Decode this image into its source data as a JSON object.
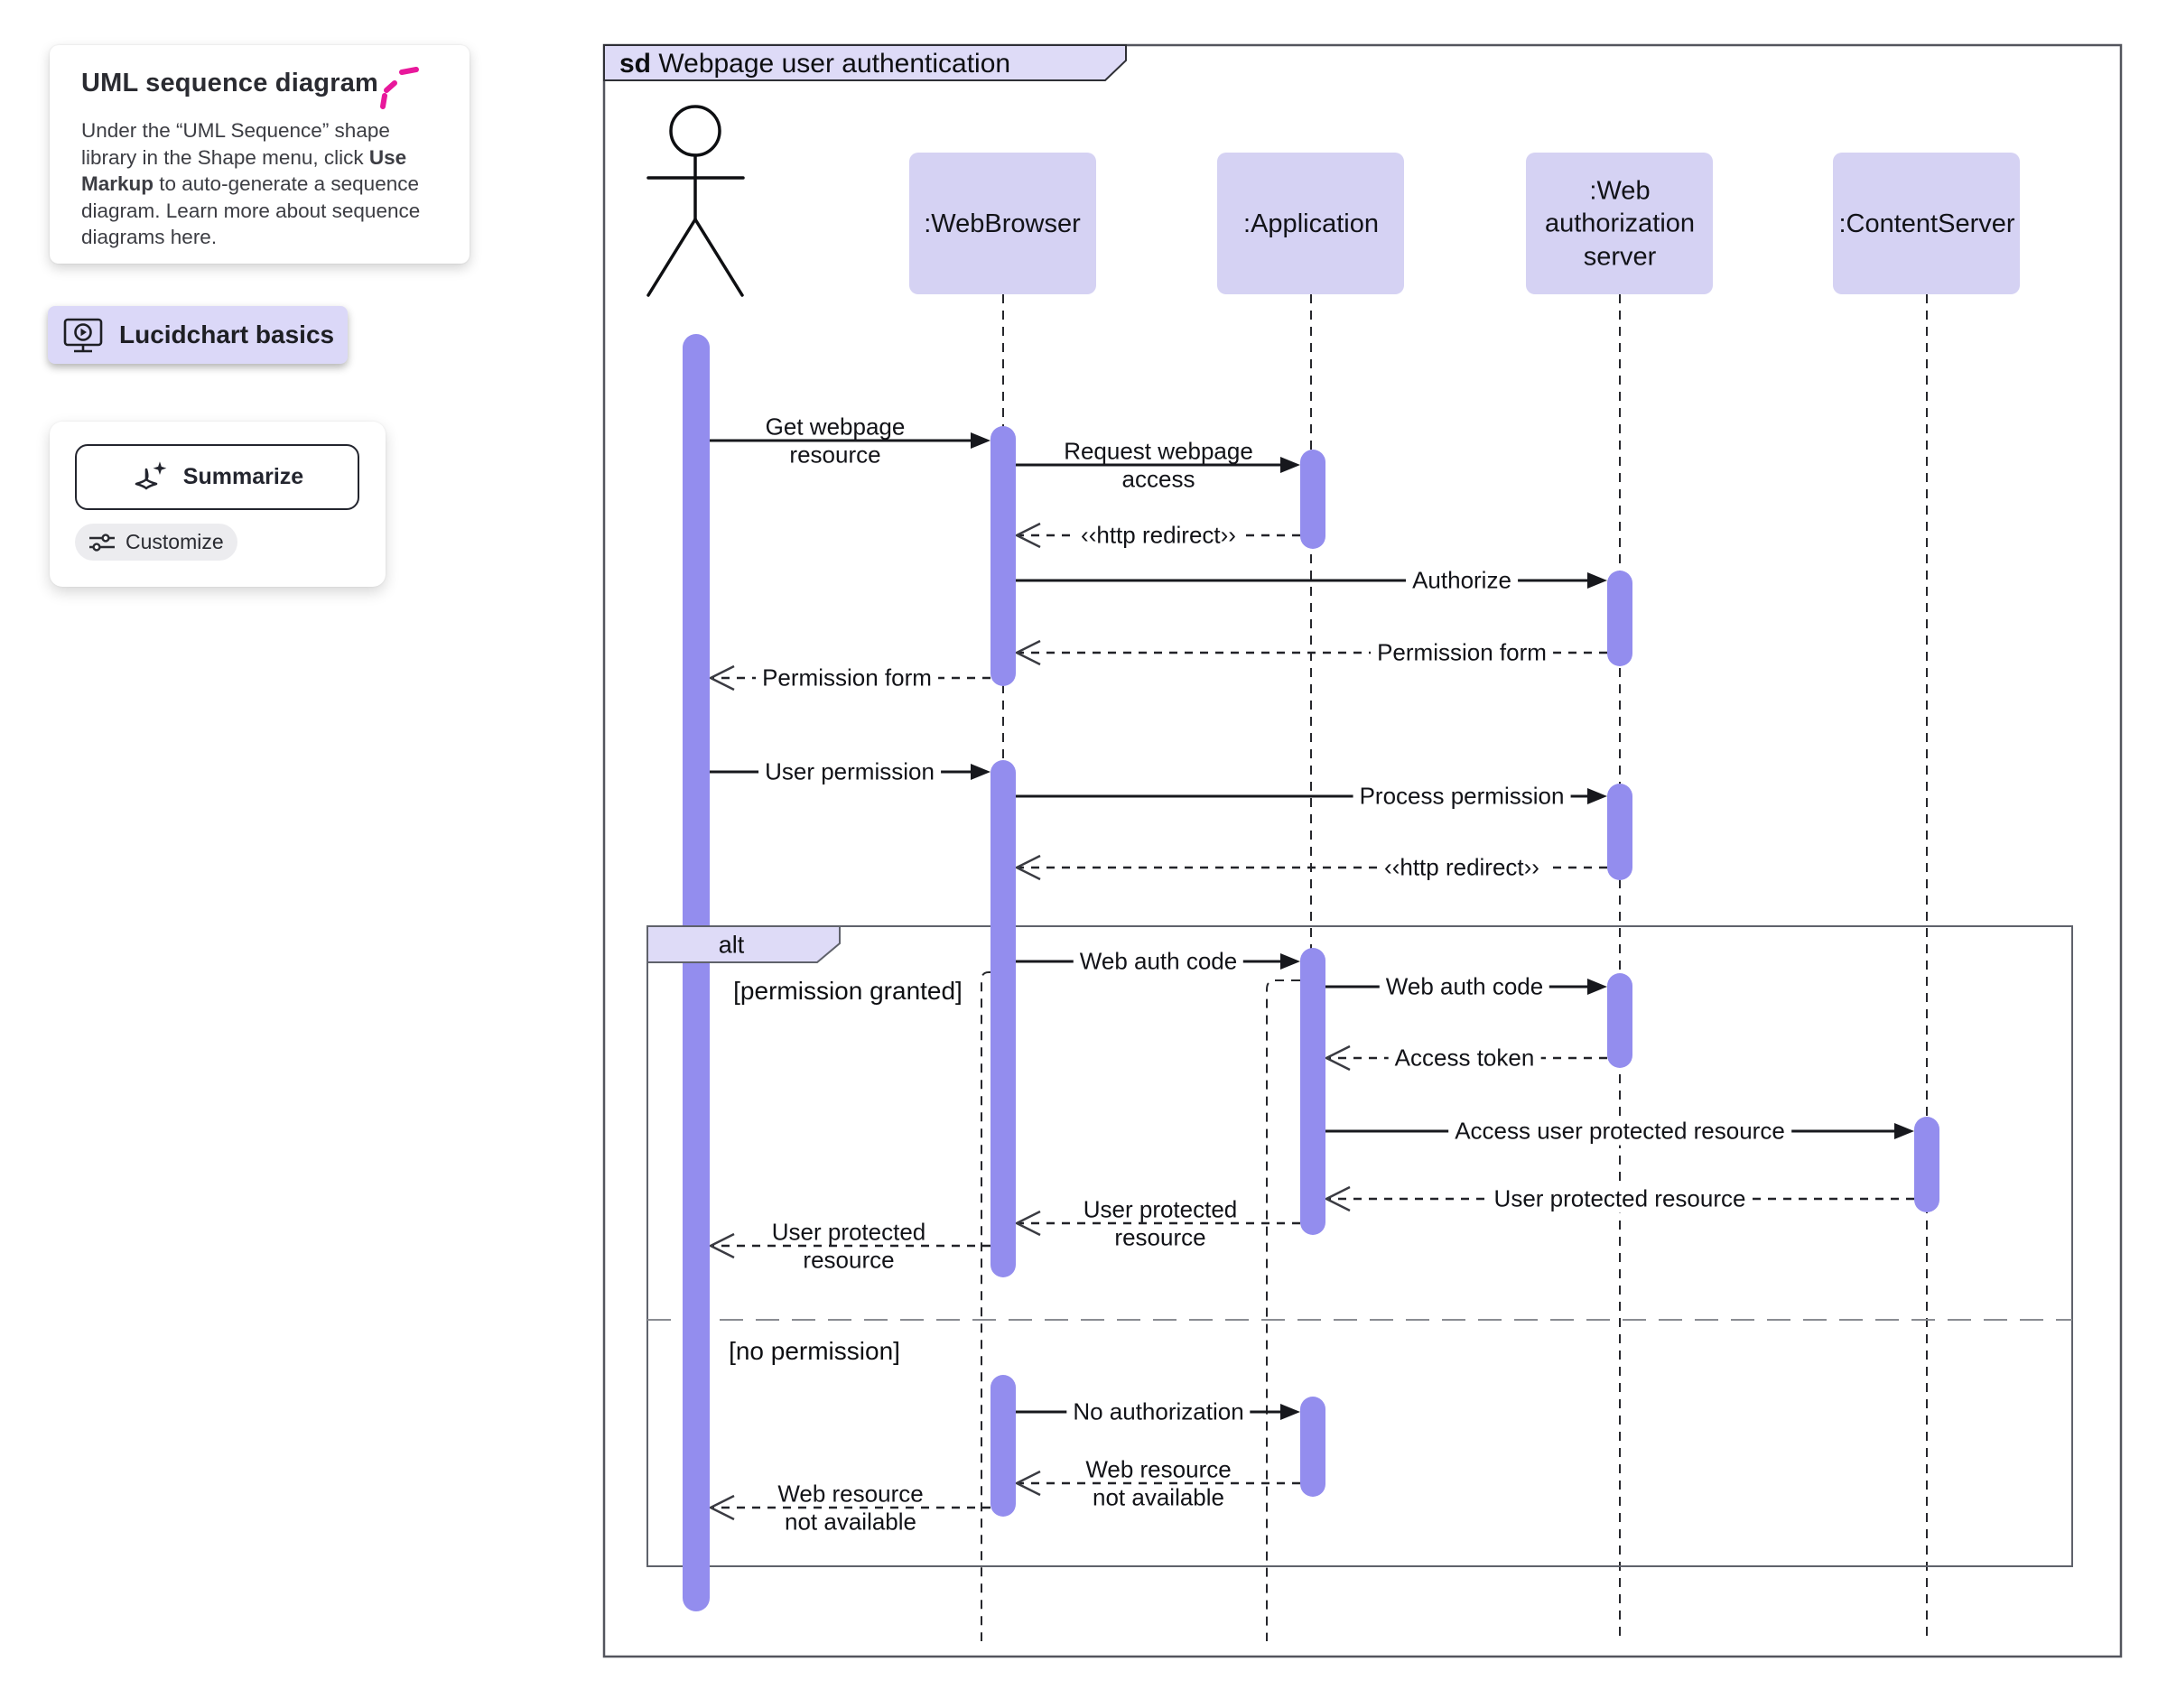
{
  "sidebar": {
    "info_card": {
      "title": "UML sequence diagram",
      "body_pre": "Under the “UML Sequence” shape library in the Shape menu, click ",
      "body_bold": "Use Markup",
      "body_post": " to auto-generate a sequence diagram. Learn more about sequence diagrams here."
    },
    "basics_button": {
      "label": "Lucidchart basics"
    },
    "ai_card": {
      "summarize_label": "Summarize",
      "customize_label": "Customize"
    }
  },
  "diagram": {
    "frame": {
      "keyword": "sd",
      "title": "Webpage user authentication"
    },
    "lifelines": [
      ":WebBrowser",
      ":Application",
      ":Web authorization server",
      ":ContentServer"
    ],
    "alt": {
      "label": "alt",
      "guards": [
        "[permission granted]",
        "[no permission]"
      ]
    },
    "messages": [
      "Get webpage\nresource",
      "Request webpage\naccess",
      "‹‹http redirect››",
      "Authorize",
      "Permission form",
      "Permission form",
      "User permission",
      "Process permission",
      "‹‹http redirect››",
      "Web auth code",
      "Web auth code",
      "Access token",
      "Access user protected resource",
      "User protected resource",
      "User protected\nresource",
      "User protected\nresource",
      "No authorization",
      "Web resource\nnot available",
      "Web resource\nnot available"
    ]
  },
  "colors": {
    "lavender_chip": "#dbd8f8",
    "lifeline_box": "#d5d2f3",
    "pentagon": "#dedbf7",
    "activation_bar": "#938dee",
    "frame_border": "#53555d",
    "magenta_accent": "#e8189b"
  }
}
